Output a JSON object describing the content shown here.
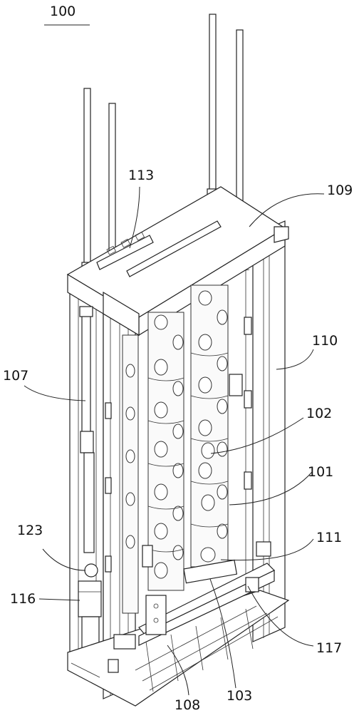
{
  "figure": {
    "title_ref": "100",
    "labels": {
      "l113": "113",
      "l109": "109",
      "l110": "110",
      "l107": "107",
      "l102": "102",
      "l101": "101",
      "l123": "123",
      "l111": "111",
      "l116": "116",
      "l117": "117",
      "l108": "108",
      "l103": "103"
    }
  }
}
